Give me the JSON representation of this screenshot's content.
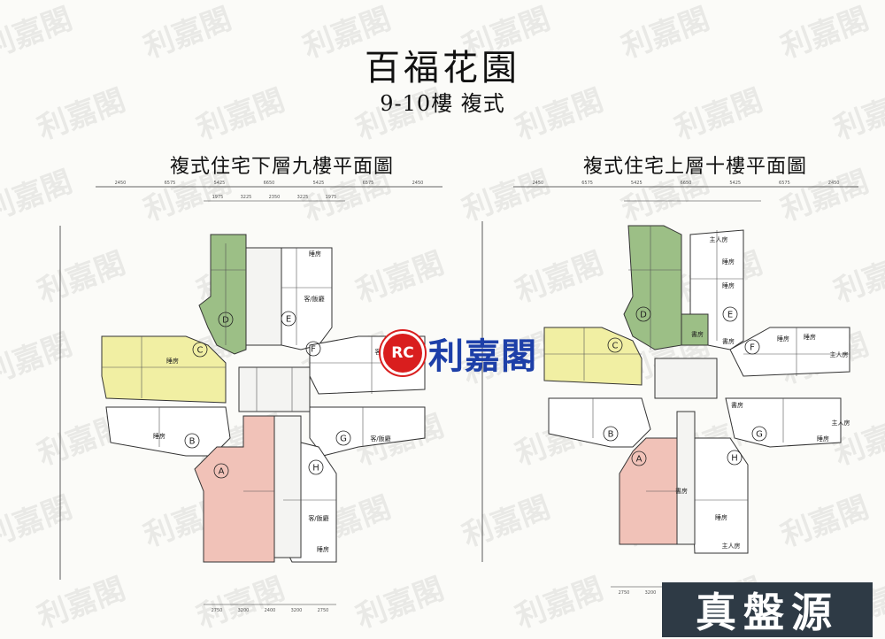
{
  "header": {
    "title": "百福花園",
    "subtitle": "9-10樓 複式"
  },
  "plans": [
    {
      "label": "複式住宅下層九樓平面圖"
    },
    {
      "label": "複式住宅上層十樓平面圖"
    }
  ],
  "unit_letters": [
    "A",
    "B",
    "C",
    "D",
    "E",
    "F",
    "G",
    "H"
  ],
  "room_labels": {
    "lower": [
      "睡房",
      "客/飯廳",
      "客/飯廳",
      "客/飯廳",
      "客/飯廳",
      "睡房",
      "睡房",
      "睡房"
    ],
    "upper": [
      "主人房",
      "睡房",
      "睡房",
      "書房",
      "書房",
      "睡房",
      "睡房",
      "主人房",
      "書房",
      "睡房",
      "主人房",
      "書房",
      "睡房",
      "主人房"
    ]
  },
  "dimensions": {
    "top_lower": [
      "2450",
      "6575",
      "5425",
      "6650",
      "5425",
      "6575",
      "2450"
    ],
    "top_lower_sub": [
      "1975",
      "3225",
      "2350",
      "3225",
      "1975"
    ],
    "bottom": [
      "2750",
      "3200",
      "2400",
      "3200",
      "2750"
    ]
  },
  "colors": {
    "green": "#9cbf86",
    "yellow": "#f1efa3",
    "pink": "#f1c2b8",
    "accent_red": "#d91e1e",
    "logo_blue": "#1d3fa8"
  },
  "watermark": {
    "text": "利嘉閣"
  },
  "logo": {
    "mark": "RC",
    "text": "利嘉閣"
  },
  "stamp": {
    "text": "真盤源"
  }
}
